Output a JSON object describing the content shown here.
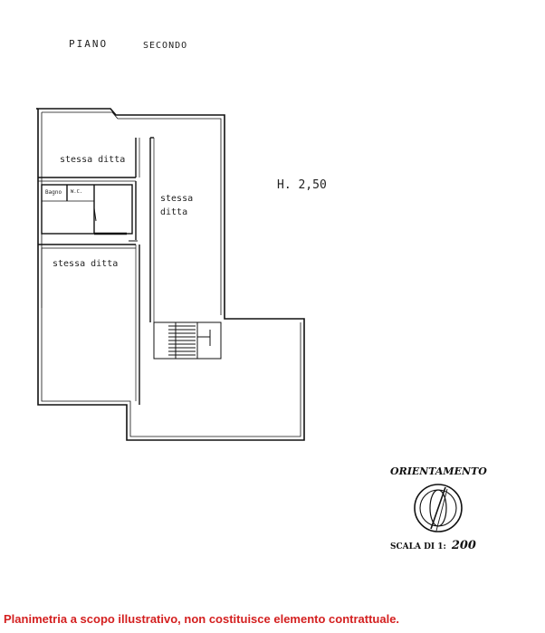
{
  "header": {
    "floor_word": "PIANO",
    "floor_name": "SECONDO"
  },
  "plan": {
    "height_label": "H. 2,50",
    "rooms": {
      "top_left": "stessa ditta",
      "center_line1": "stessa",
      "center_line2": "ditta",
      "bottom_left": "stessa ditta",
      "bath": "Bagno",
      "small": "W.C."
    }
  },
  "legend": {
    "orientation_label": "ORIENTAMENTO",
    "scale_prefix": "SCALA DI 1:",
    "scale_value": "200"
  },
  "footer": {
    "disclaimer": "Planimetria a scopo illustrativo, non costituisce elemento contrattuale."
  }
}
